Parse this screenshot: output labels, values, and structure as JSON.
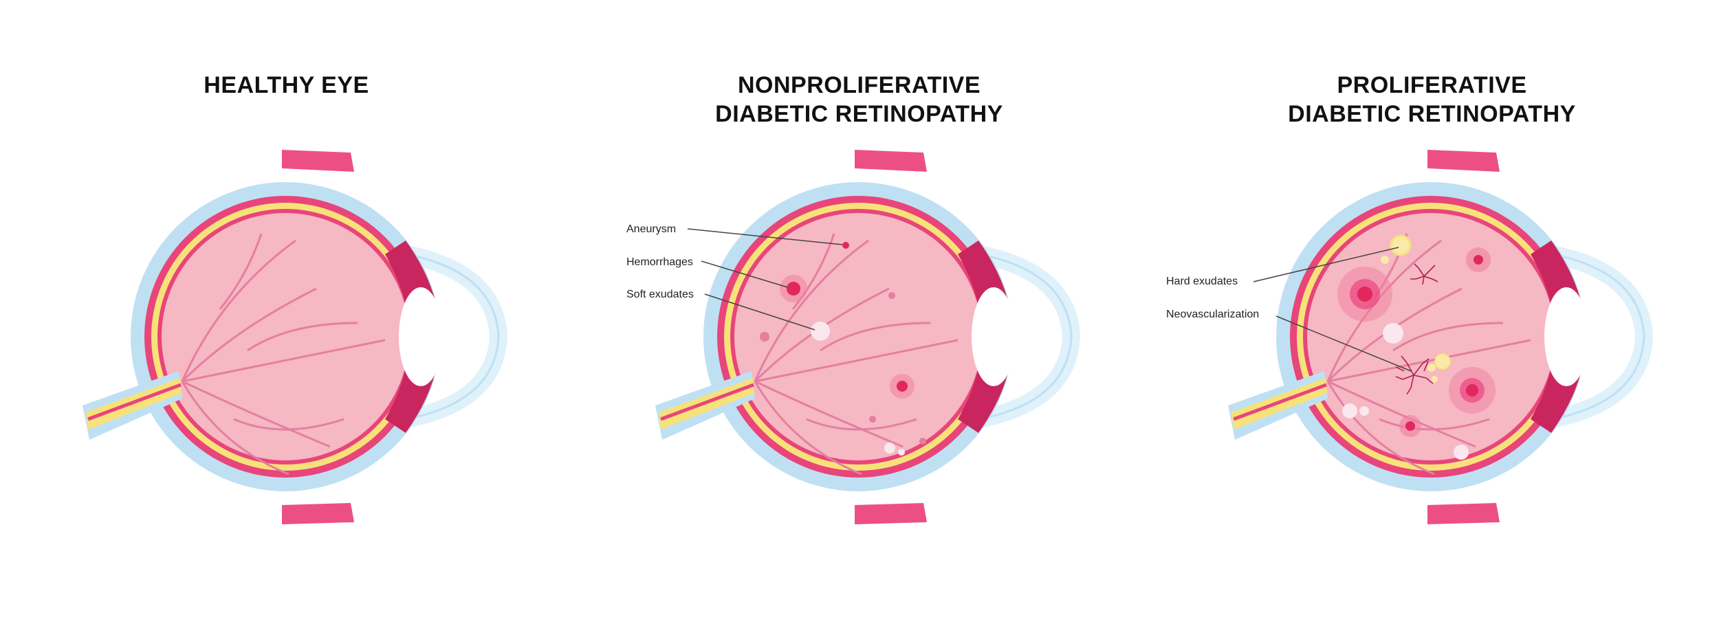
{
  "panels": [
    {
      "title_lines": [
        "HEALTHY EYE"
      ],
      "labels": []
    },
    {
      "title_lines": [
        "NONPROLIFERATIVE",
        "DIABETIC RETINOPATHY"
      ],
      "labels": [
        "Aneurysm",
        "Hemorrhages",
        "Soft exudates"
      ]
    },
    {
      "title_lines": [
        "PROLIFERATIVE",
        "DIABETIC RETINOPATHY"
      ],
      "labels": [
        "Hard exudates",
        "Neovascularization"
      ]
    }
  ],
  "colors": {
    "sclera": "#bfe0f3",
    "choroid": "#e8457a",
    "retina_layer": "#f7e27a",
    "vitreous": "#f6b8c3",
    "lens": "#ffffff",
    "optic_nerve": "#f7e27a",
    "hemorrhage": "#e0285c",
    "exudate": "#fbe7ee",
    "hard_exudate": "#fbe9a9",
    "cornea": "#dff1fa"
  }
}
